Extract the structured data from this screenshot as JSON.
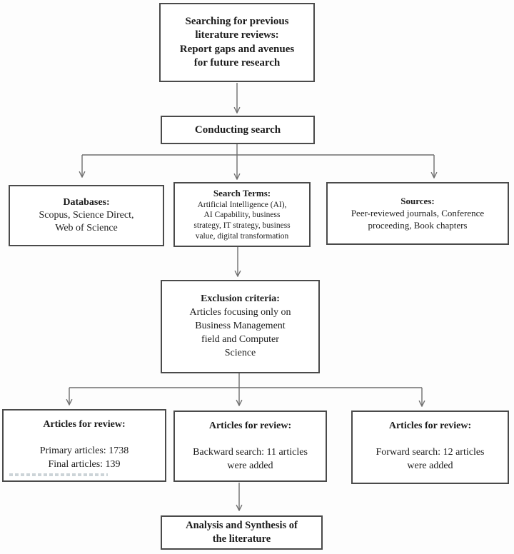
{
  "diagram": {
    "colors": {
      "box_border": "#4a4a4a",
      "connector": "#6e6e6e",
      "text": "#1c1c1c",
      "background": "#fdfdfd"
    },
    "boxes": {
      "searching": {
        "title": "Searching for previous\nliterature reviews:\nReport gaps and avenues\nfor future research"
      },
      "conducting": {
        "title": "Conducting search"
      },
      "databases": {
        "title": "Databases:",
        "body": "Scopus, Science Direct,\nWeb of Science"
      },
      "search_terms": {
        "title": "Search Terms:",
        "body": "Artificial Intelligence (AI),\nAI Capability, business\nstrategy, IT strategy, business\nvalue, digital transformation"
      },
      "sources": {
        "title": "Sources:",
        "body": "Peer-reviewed journals, Conference\nproceeding, Book chapters"
      },
      "exclusion": {
        "title": "Exclusion criteria:",
        "body": "Articles focusing only on\nBusiness Management\nfield and Computer\nScience"
      },
      "articles_primary": {
        "title": "Articles for review:",
        "body": "Primary articles: 1738\nFinal articles: 139"
      },
      "articles_backward": {
        "title": "Articles for review:",
        "body": "Backward search: 11 articles\nwere added"
      },
      "articles_forward": {
        "title": "Articles for review:",
        "body": "Forward search: 12 articles\nwere added"
      },
      "analysis": {
        "title": "Analysis and Synthesis of\nthe literature"
      }
    }
  }
}
